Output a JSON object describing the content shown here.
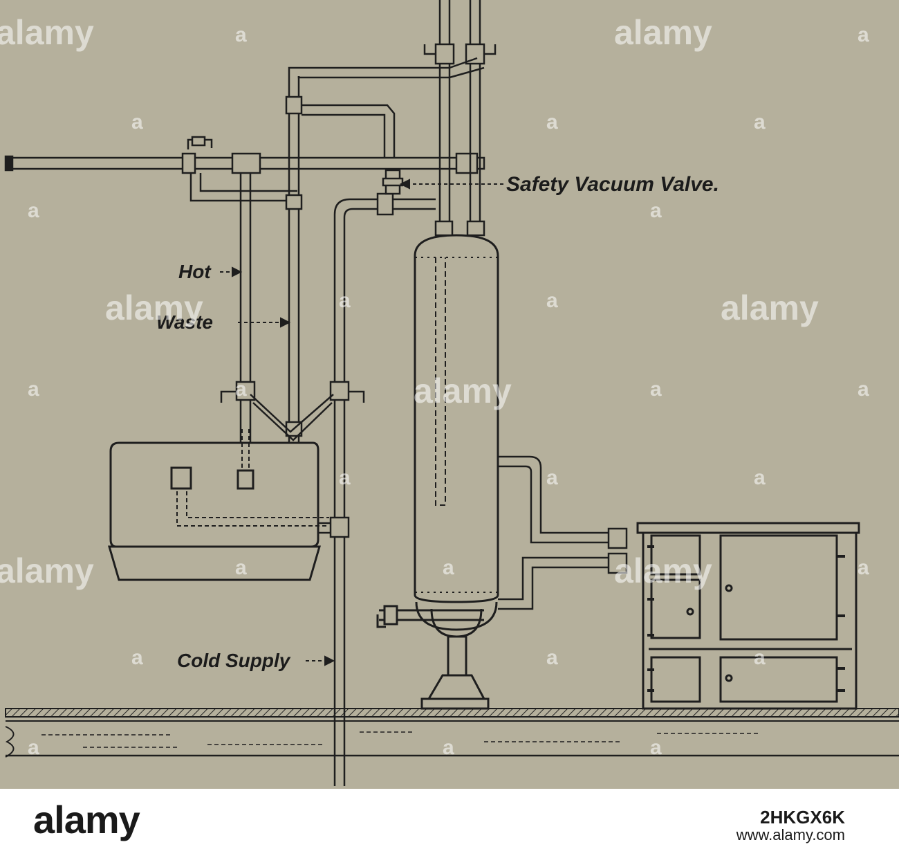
{
  "diagram": {
    "labels": {
      "safety_vacuum_valve": "Safety Vacuum Valve.",
      "hot": "Hot",
      "waste": "Waste",
      "cold_supply": "Cold Supply"
    }
  },
  "watermark": {
    "brand": "alamy",
    "letter": "a"
  },
  "footer": {
    "brand": "alamy",
    "image_id": "2HKGX6K",
    "url": "www.alamy.com"
  }
}
